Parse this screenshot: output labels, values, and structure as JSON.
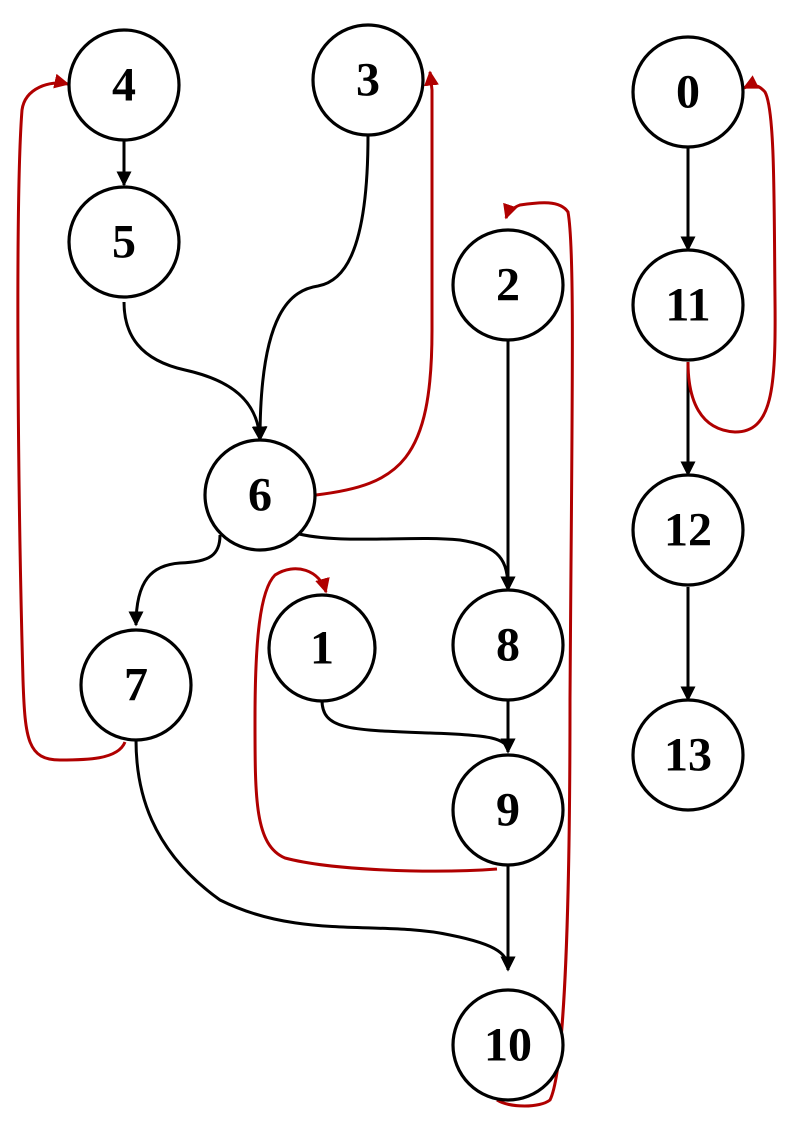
{
  "colors": {
    "tree_edge": "#000000",
    "back_edge": "#b00000",
    "node_stroke": "#000000",
    "node_fill": "#ffffff",
    "label": "#000000"
  },
  "nodes": [
    {
      "id": "n0",
      "label": "0"
    },
    {
      "id": "n1",
      "label": "1"
    },
    {
      "id": "n2",
      "label": "2"
    },
    {
      "id": "n3",
      "label": "3"
    },
    {
      "id": "n4",
      "label": "4"
    },
    {
      "id": "n5",
      "label": "5"
    },
    {
      "id": "n6",
      "label": "6"
    },
    {
      "id": "n7",
      "label": "7"
    },
    {
      "id": "n8",
      "label": "8"
    },
    {
      "id": "n9",
      "label": "9"
    },
    {
      "id": "n10",
      "label": "10"
    },
    {
      "id": "n11",
      "label": "11"
    },
    {
      "id": "n12",
      "label": "12"
    },
    {
      "id": "n13",
      "label": "13"
    }
  ],
  "edges": [
    {
      "id": "e-4-5",
      "from": "4",
      "to": "5",
      "kind": "tree"
    },
    {
      "id": "e-5-6",
      "from": "5",
      "to": "6",
      "kind": "tree"
    },
    {
      "id": "e-3-6",
      "from": "3",
      "to": "6",
      "kind": "tree"
    },
    {
      "id": "e-6-7",
      "from": "6",
      "to": "7",
      "kind": "tree"
    },
    {
      "id": "e-6-8",
      "from": "6",
      "to": "8",
      "kind": "tree"
    },
    {
      "id": "e-2-8",
      "from": "2",
      "to": "8",
      "kind": "tree"
    },
    {
      "id": "e-8-9",
      "from": "8",
      "to": "9",
      "kind": "tree"
    },
    {
      "id": "e-1-9",
      "from": "1",
      "to": "9",
      "kind": "tree"
    },
    {
      "id": "e-9-10",
      "from": "9",
      "to": "10",
      "kind": "tree"
    },
    {
      "id": "e-7-10",
      "from": "7",
      "to": "10",
      "kind": "tree"
    },
    {
      "id": "e-0-11",
      "from": "0",
      "to": "11",
      "kind": "tree"
    },
    {
      "id": "e-11-12",
      "from": "11",
      "to": "12",
      "kind": "tree"
    },
    {
      "id": "e-12-13",
      "from": "12",
      "to": "13",
      "kind": "tree"
    },
    {
      "id": "e-7-4",
      "from": "7",
      "to": "4",
      "kind": "back"
    },
    {
      "id": "e-6-3",
      "from": "6",
      "to": "3",
      "kind": "back"
    },
    {
      "id": "e-10-2",
      "from": "10",
      "to": "2",
      "kind": "back"
    },
    {
      "id": "e-9-1",
      "from": "9",
      "to": "1",
      "kind": "back"
    },
    {
      "id": "e-11-0",
      "from": "11",
      "to": "0",
      "kind": "back"
    }
  ]
}
